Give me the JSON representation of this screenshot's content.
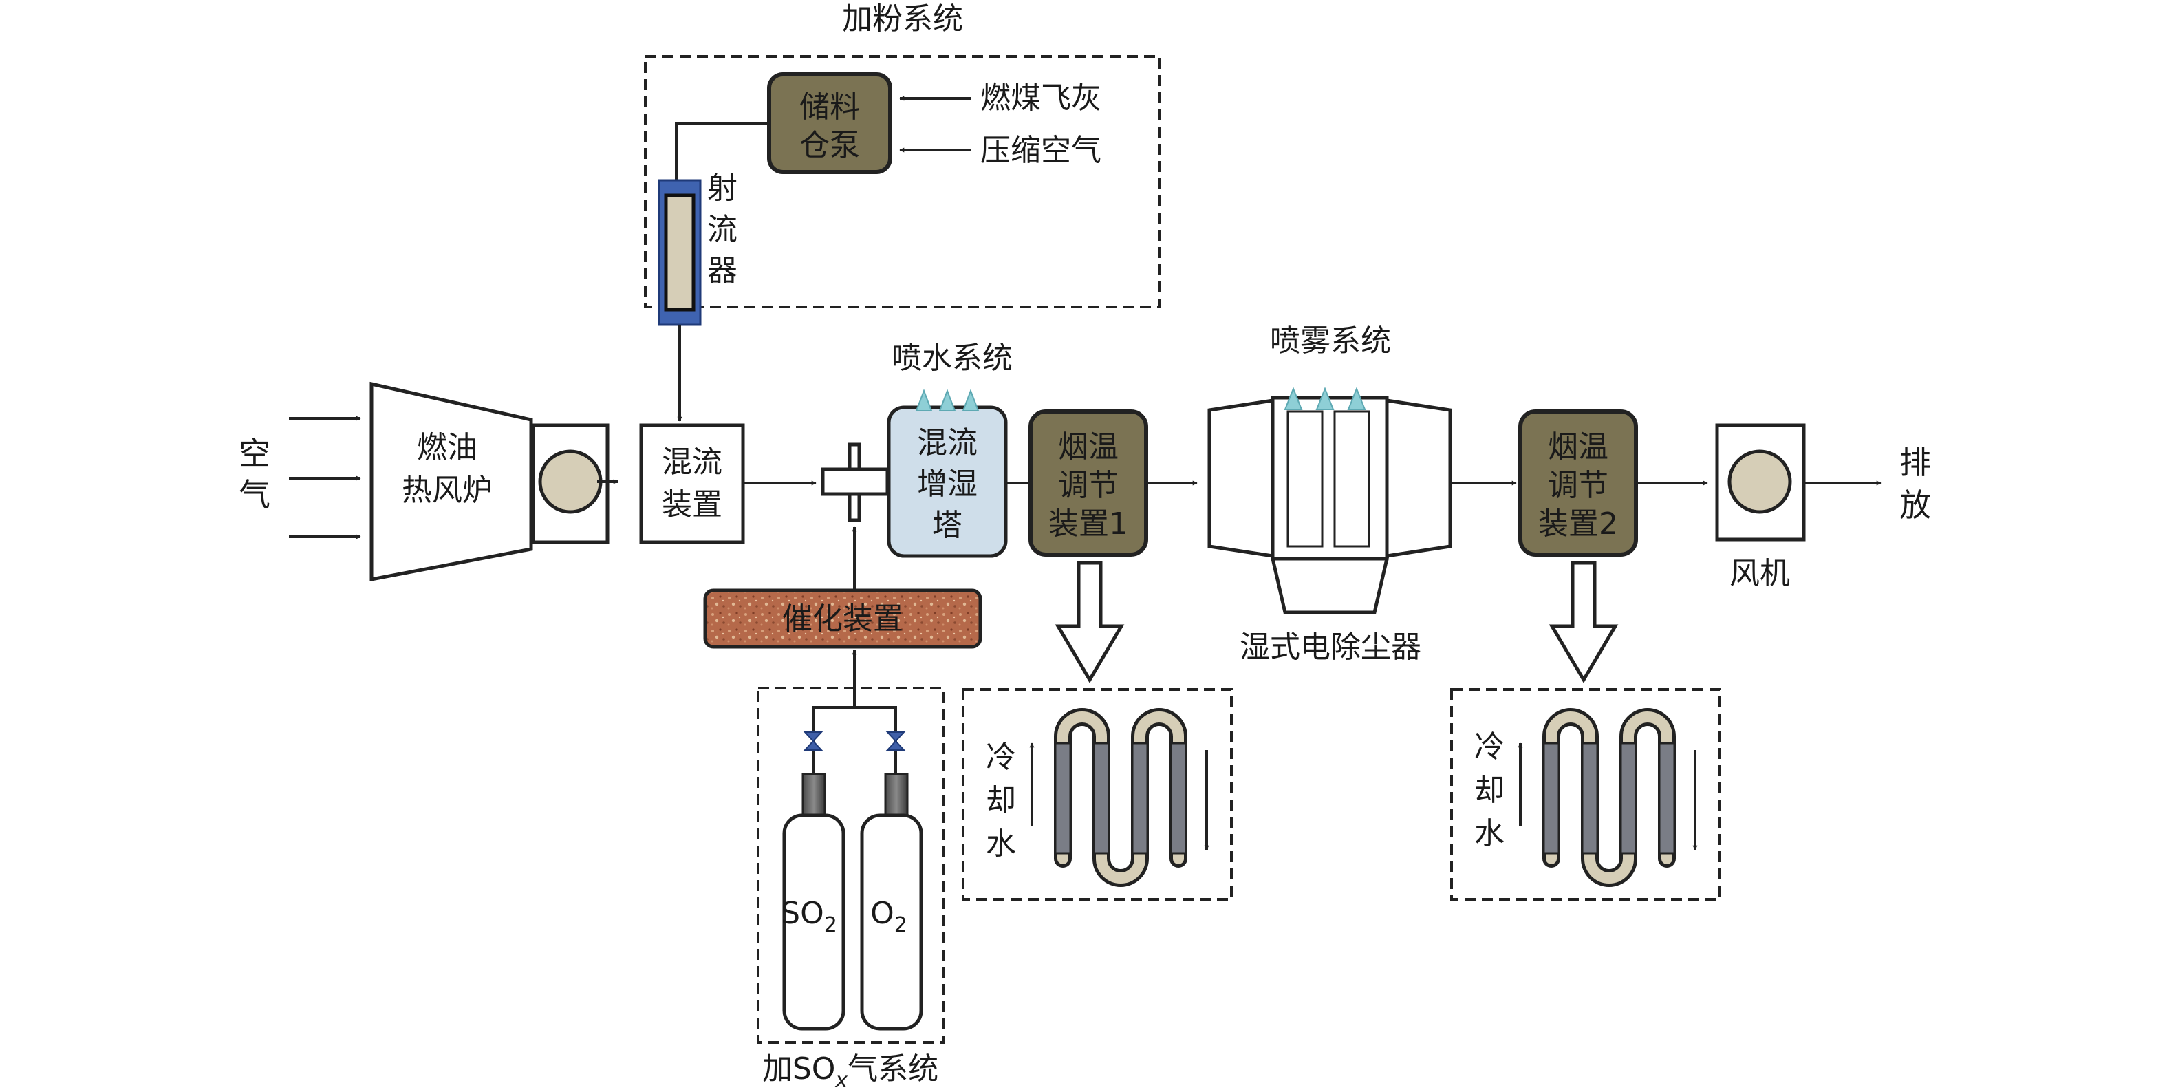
{
  "powder_system": {
    "title": "加粉系统",
    "storage_pump_l1": "储料",
    "storage_pump_l2": "仓泵",
    "input_fly_ash": "燃煤飞灰",
    "input_compressed_air": "压缩空气",
    "ejector_c1": "射",
    "ejector_c2": "流",
    "ejector_c3": "器"
  },
  "air_inlet": {
    "c1": "空",
    "c2": "气"
  },
  "oil_furnace": {
    "l1": "燃油",
    "l2": "热风炉"
  },
  "mixer": {
    "l1": "混流",
    "l2": "装置"
  },
  "water_spray_system": {
    "title": "喷水系统"
  },
  "humidifier_tower": {
    "l1": "混流",
    "l2": "增湿",
    "l3": "塔"
  },
  "catalyst": {
    "label": "催化装置"
  },
  "sox_system": {
    "title_main": "加SO",
    "title_sub": "x",
    "title_tail": "气系统",
    "cyl1_main": "SO",
    "cyl1_sub": "2",
    "cyl2_main": "O",
    "cyl2_sub": "2"
  },
  "temp_regulator_1": {
    "l1": "烟温",
    "l2": "调节",
    "l3": "装置1"
  },
  "temp_regulator_2": {
    "l1": "烟温",
    "l2": "调节",
    "l3": "装置2"
  },
  "cooling_1": {
    "c1": "冷",
    "c2": "却",
    "c3": "水"
  },
  "cooling_2": {
    "c1": "冷",
    "c2": "却",
    "c3": "水"
  },
  "mist_system": {
    "title": "喷雾系统"
  },
  "wesp": {
    "label": "湿式电除尘器"
  },
  "fan": {
    "label": "风机"
  },
  "exhaust": {
    "c1": "排",
    "c2": "放"
  },
  "colors": {
    "olive": "#7b7353",
    "tower_blue": "#cfdeea",
    "catalyst": "#b5694a",
    "ejector_blue": "#3f63b0",
    "droplet": "#8ecfd6",
    "valve_blue": "#3f5fa8",
    "fan_circle": "#d6ceb7"
  }
}
